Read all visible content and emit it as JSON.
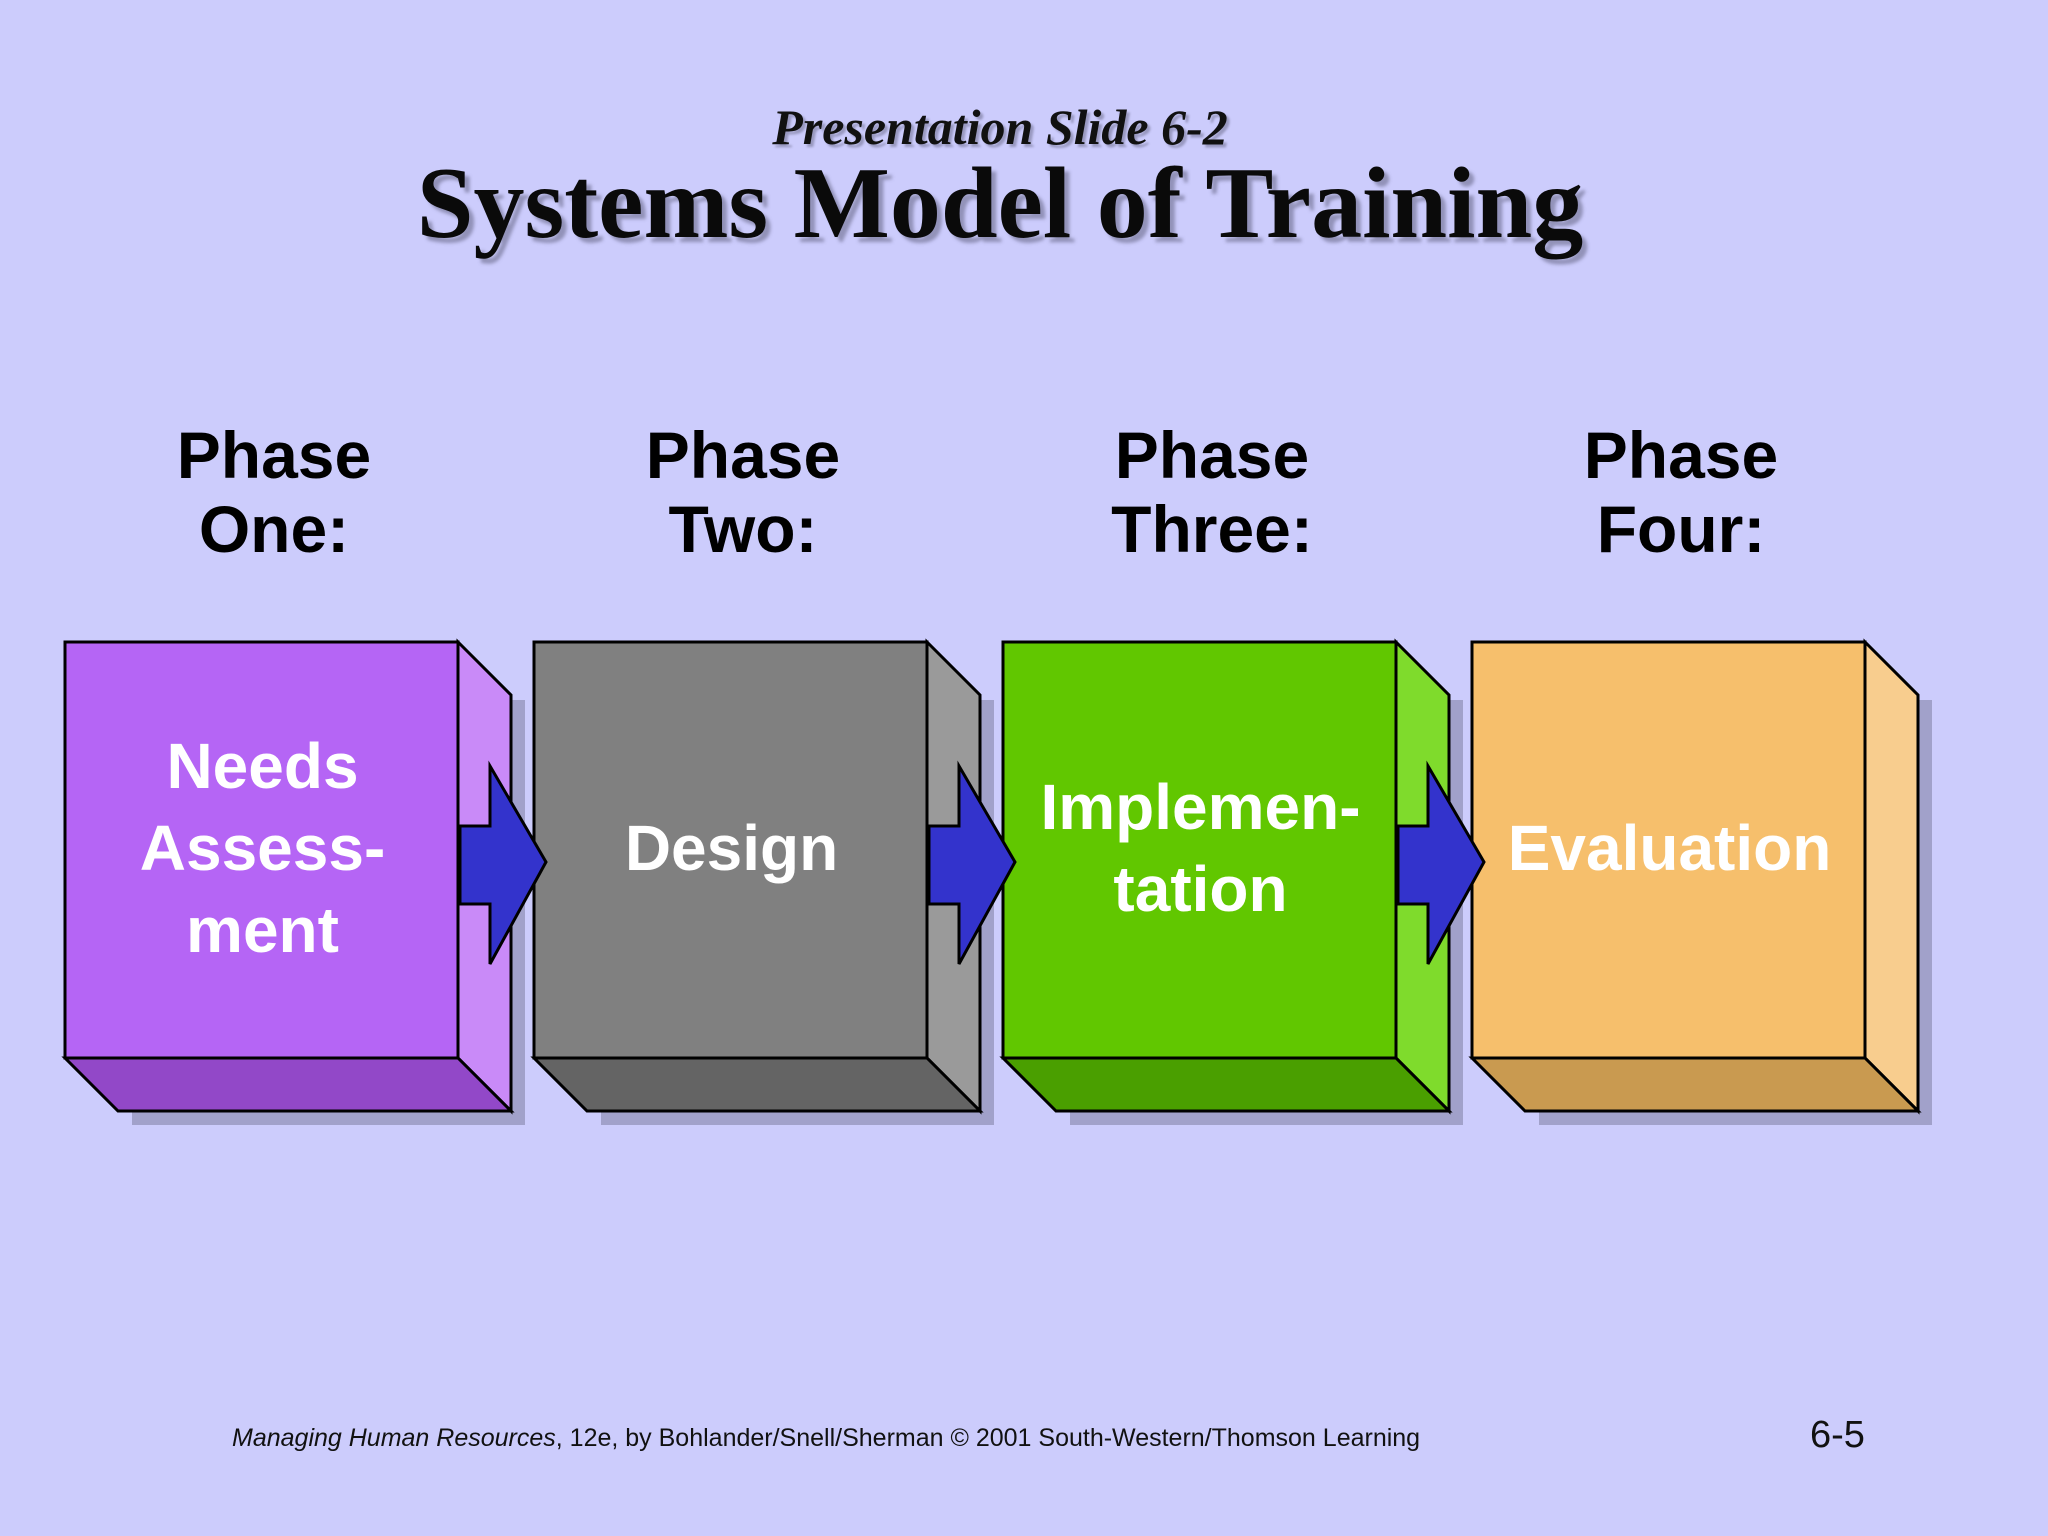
{
  "slide": {
    "subtitle": "Presentation Slide 6-2",
    "title": "Systems Model of Training"
  },
  "phases": [
    {
      "label_line1": "Phase",
      "label_line2": "One:",
      "box_lines": [
        "Needs",
        "Assess-",
        "ment"
      ],
      "colors": {
        "front": "#b565f5",
        "side": "#c98af8",
        "bottom": "#9248c8"
      }
    },
    {
      "label_line1": "Phase",
      "label_line2": "Two:",
      "box_lines": [
        "Design"
      ],
      "colors": {
        "front": "#808080",
        "side": "#9a9a9a",
        "bottom": "#646464"
      }
    },
    {
      "label_line1": "Phase",
      "label_line2": "Three:",
      "box_lines": [
        "Implemen-",
        "tation"
      ],
      "colors": {
        "front": "#61c700",
        "side": "#7fdb2c",
        "bottom": "#4a9f00"
      }
    },
    {
      "label_line1": "Phase",
      "label_line2": "Four:",
      "box_lines": [
        "Evaluation"
      ],
      "colors": {
        "front": "#f6bf6c",
        "side": "#f8cd8e",
        "bottom": "#c99a50"
      }
    }
  ],
  "arrow_color": "#3333cc",
  "footer": {
    "book_title": "Managing Human Resources",
    "rest": ", 12e, by Bohlander/Snell/Sherman © 2001 South-Western/Thomson Learning",
    "page_number": "6-5"
  }
}
